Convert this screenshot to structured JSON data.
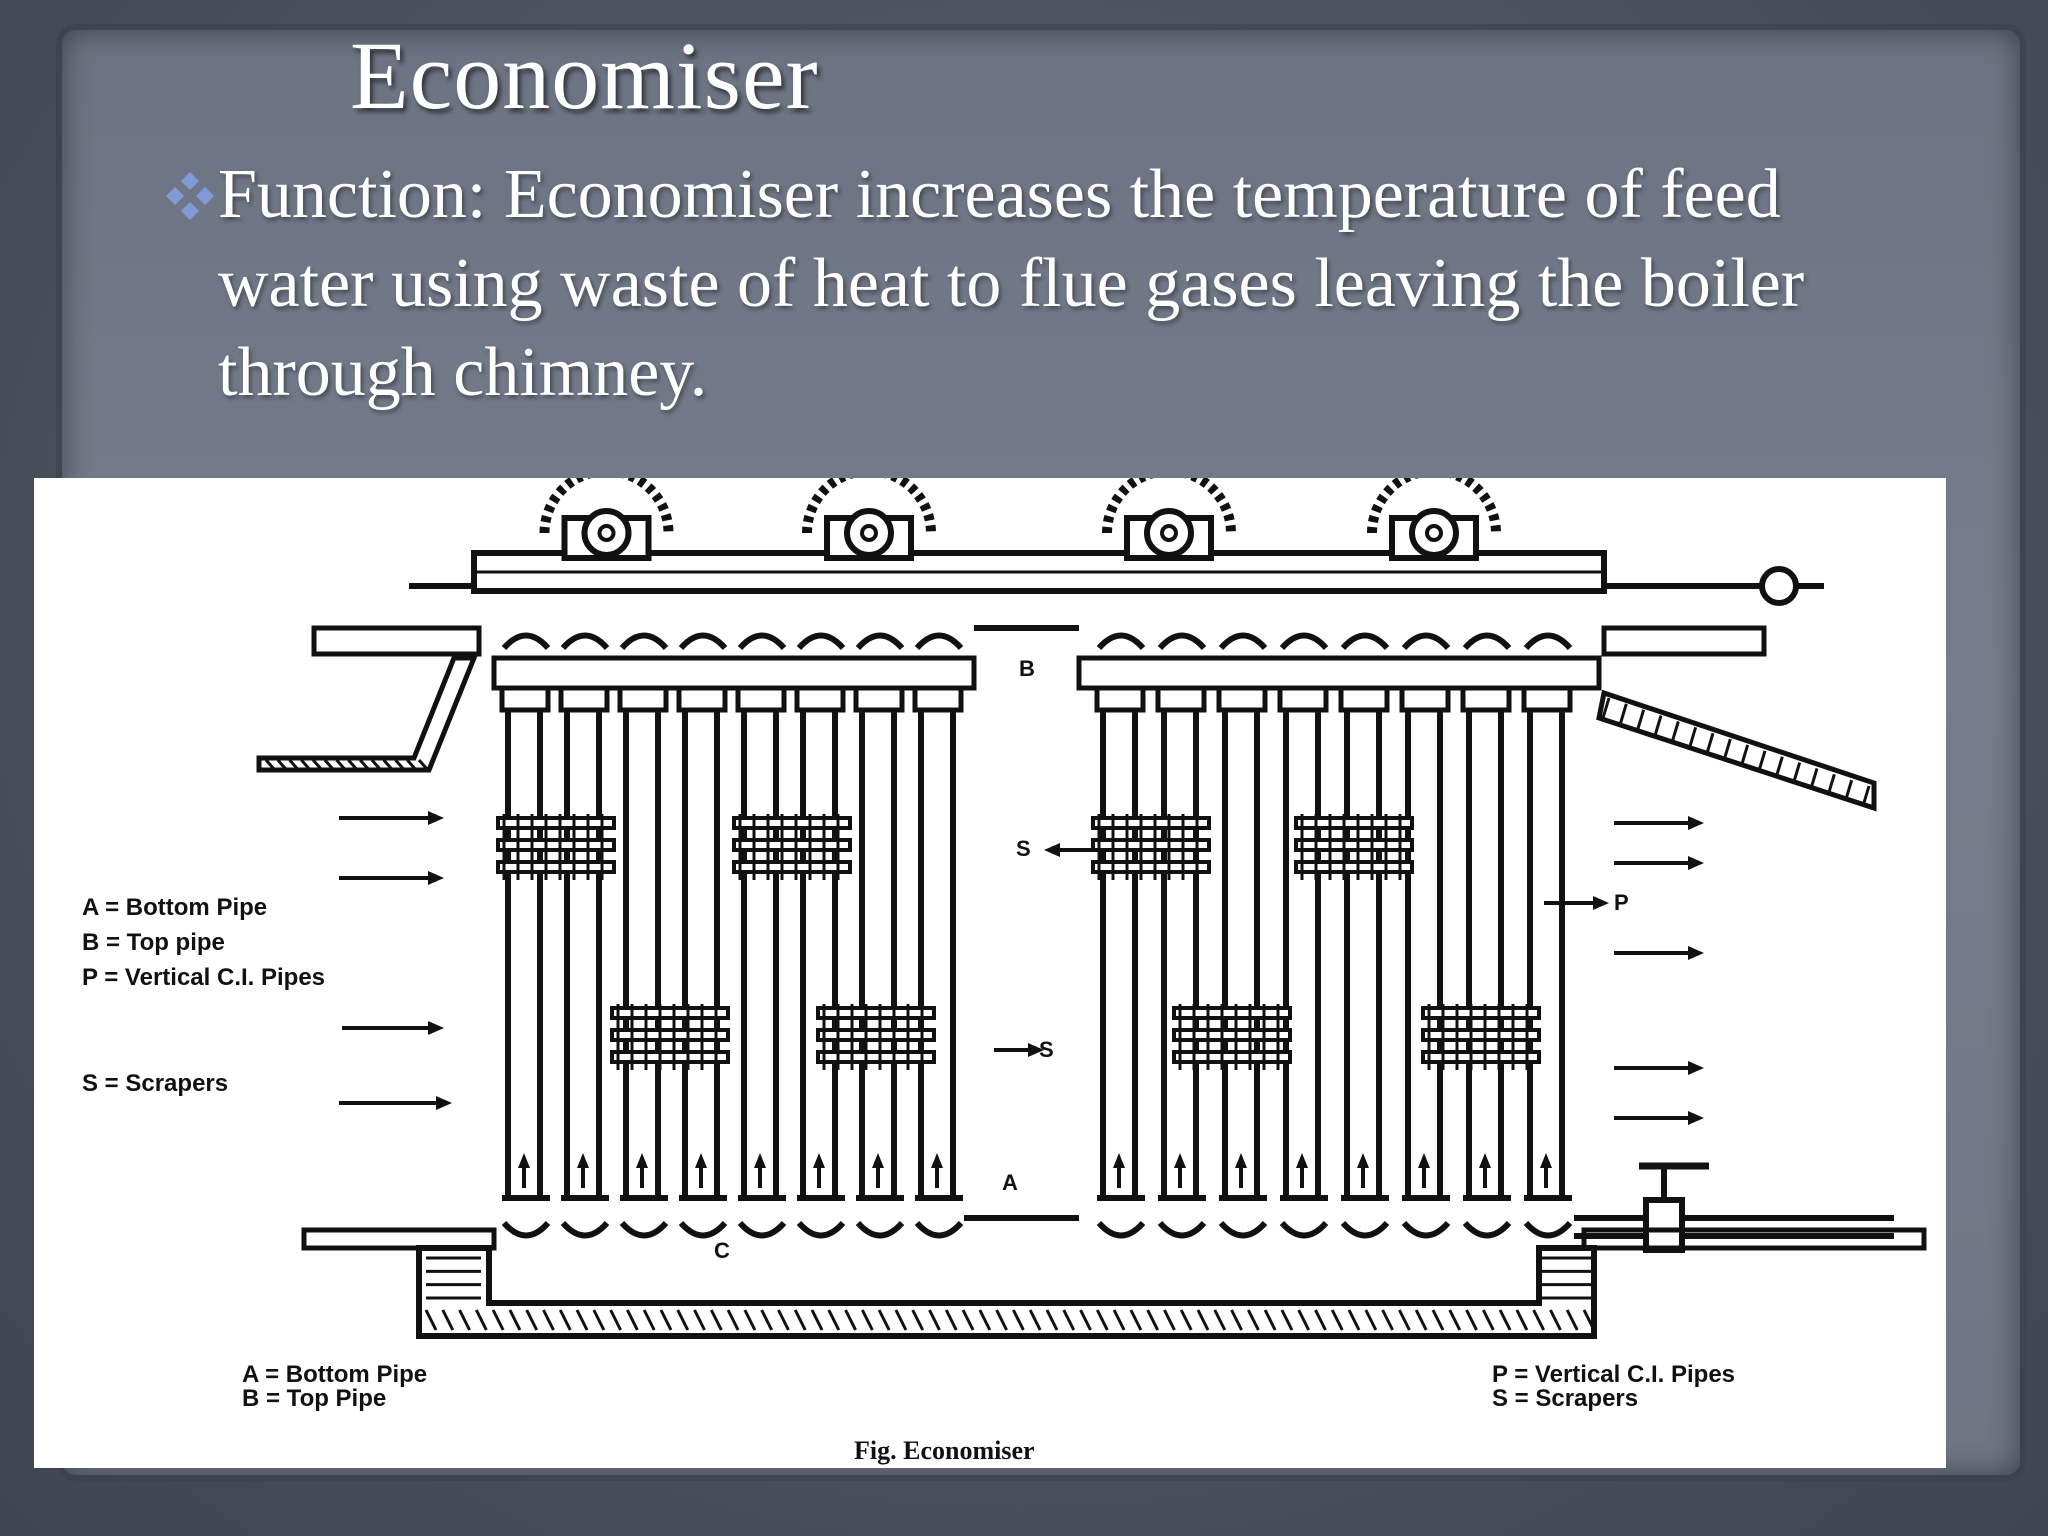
{
  "slide": {
    "title": "Economiser",
    "bullet": {
      "icon": "diamond-bullet-icon",
      "text": "Function: Economiser increases the temperature of feed water using waste of heat to flue gases leaving the boiler through chimney."
    }
  },
  "figure": {
    "caption": "Fig. Economiser",
    "markers": {
      "b": "B",
      "s_upper": "S",
      "s_lower": "S",
      "p": "P",
      "a": "A",
      "c": "C"
    },
    "left_legend": [
      "A = Bottom Pipe",
      "B = Top pipe",
      "P = Vertical C.I. Pipes",
      "S = Scrapers"
    ],
    "bottom_legend_left": [
      "A = Bottom Pipe",
      "B = Top Pipe"
    ],
    "bottom_legend_right": [
      "P = Vertical C.I. Pipes",
      "S = Scrapers"
    ]
  },
  "colors": {
    "panel": "#767d8c",
    "frame": "#4e5563",
    "bullet": "#7f9ad6",
    "text": "#ffffff"
  }
}
